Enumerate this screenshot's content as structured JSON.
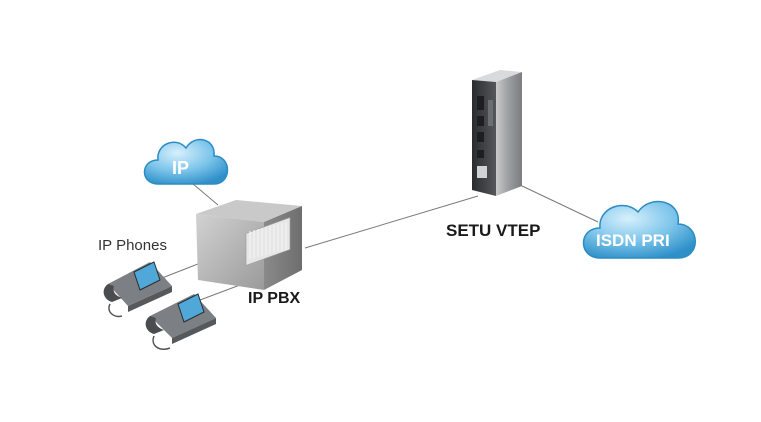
{
  "labels": {
    "ip_cloud": "IP",
    "isdn_cloud": "ISDN PRI",
    "ip_phones": "IP Phones",
    "ip_pbx": "IP PBX",
    "setu_vtep": "SETU VTEP"
  },
  "colors": {
    "cloud_light": "#bfe4f7",
    "cloud_dark": "#4aa9dc",
    "cloud_edge": "#2b8cc4",
    "line": "#7a7a7a",
    "pbx_front": "#b4b4b4",
    "pbx_side": "#8c8c8c",
    "device_body": "#8e9193",
    "device_front": "#3a3d40"
  }
}
